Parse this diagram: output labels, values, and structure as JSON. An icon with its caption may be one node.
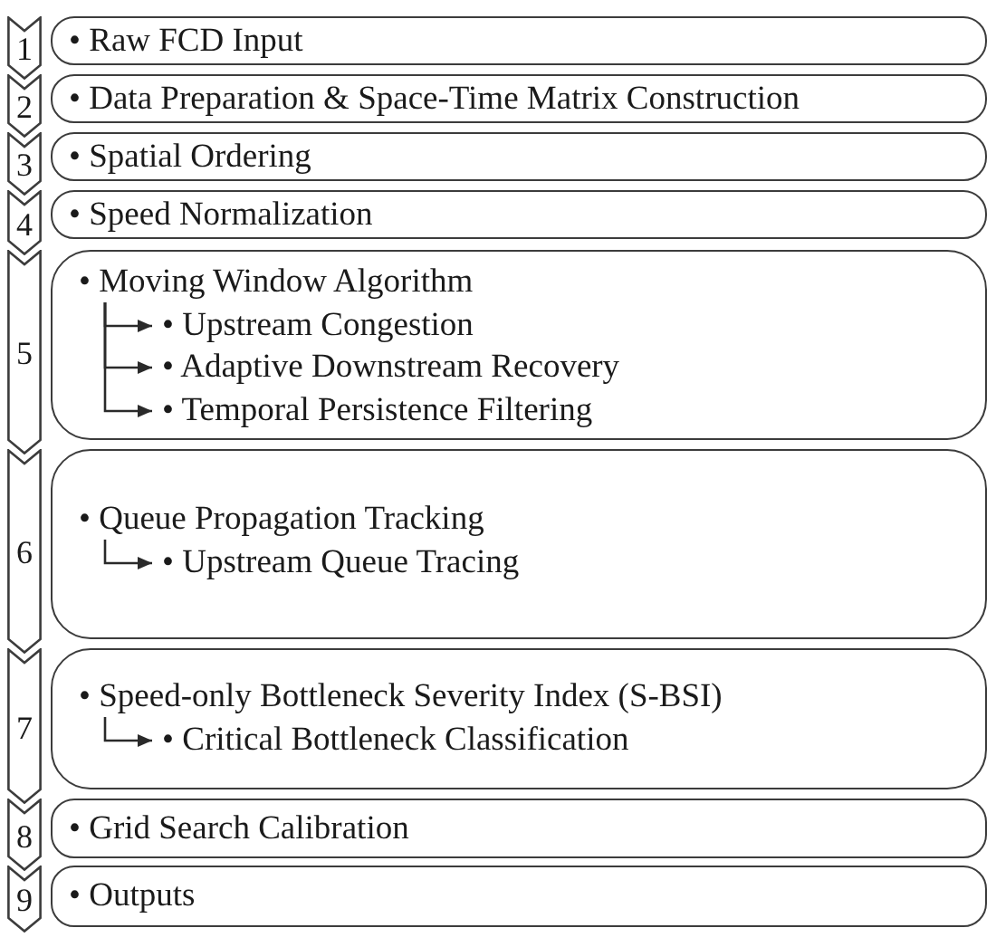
{
  "diagram": {
    "nodes": [
      {
        "text": [
          "1"
        ]
      },
      {
        "text": [
          "• Raw FCD Input"
        ]
      },
      {
        "text": [
          "2"
        ]
      },
      {
        "text": [
          "• Data Preparation & Space-Time Matrix Construction"
        ]
      },
      {
        "text": [
          "3"
        ]
      },
      {
        "text": [
          "• Spatial Ordering"
        ]
      },
      {
        "text": [
          "4"
        ]
      },
      {
        "text": [
          "• Speed Normalization"
        ]
      },
      {
        "text": [
          "5"
        ]
      },
      {
        "text": [],
        "shape": "box"
      },
      {
        "text": [
          "• Moving Window Algorithm"
        ],
        "in": 9
      },
      {
        "text": [
          "• Upstream Congestion"
        ],
        "in": 9
      },
      {
        "text": [
          "• Adaptive Downstream Recovery"
        ],
        "in": 9
      },
      {
        "text": [
          "• Temporal Persistence Filtering"
        ],
        "in": 9
      },
      {
        "text": [
          "6"
        ]
      },
      {
        "text": [],
        "shape": "box"
      },
      {
        "text": [
          "• Queue Propagation Tracking"
        ],
        "in": 15
      },
      {
        "text": [
          "• Upstream Queue Tracing"
        ],
        "in": 15
      },
      {
        "text": [
          "7"
        ]
      },
      {
        "text": [],
        "shape": "box"
      },
      {
        "text": [
          "• Speed-only Bottleneck Severity Index (S-BSI)"
        ],
        "in": 19
      },
      {
        "text": [
          "• Critical Bottleneck Classification"
        ],
        "in": 19
      },
      {
        "text": [
          "8"
        ]
      },
      {
        "text": [
          "• Grid Search Calibration"
        ]
      },
      {
        "text": [
          "9"
        ]
      },
      {
        "text": [
          "• Outputs"
        ]
      }
    ],
    "edges": [
      {
        "from": 10,
        "to": 11,
        "arrow": "to"
      },
      {
        "from": 10,
        "to": 12,
        "arrow": "to"
      },
      {
        "from": 10,
        "to": 13,
        "arrow": "to"
      },
      {
        "from": 16,
        "to": 17,
        "arrow": "to"
      },
      {
        "from": 20,
        "to": 21,
        "arrow": "to"
      }
    ]
  }
}
